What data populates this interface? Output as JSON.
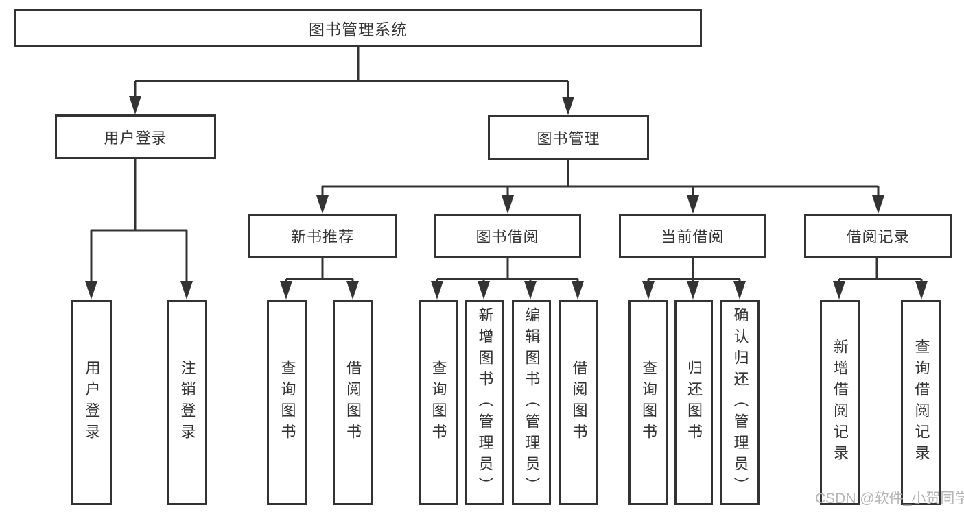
{
  "colors": {
    "line": "#333333",
    "text": "#333333",
    "watermark": "#b5b5b5",
    "background": "#ffffff"
  },
  "watermark": {
    "text": "CSDN @软件_小贺同学"
  },
  "tree": {
    "label": "图书管理系统",
    "children": [
      {
        "label": "用户登录",
        "children": [
          {
            "label": "用户登录"
          },
          {
            "label": "注销登录"
          }
        ]
      },
      {
        "label": "图书管理",
        "children": [
          {
            "label": "新书推荐",
            "children": [
              {
                "label": "查询图书"
              },
              {
                "label": "借阅图书"
              }
            ]
          },
          {
            "label": "图书借阅",
            "children": [
              {
                "label": "查询图书"
              },
              {
                "label": "新增图书（管理员）"
              },
              {
                "label": "编辑图书（管理员）"
              },
              {
                "label": "借阅图书"
              }
            ]
          },
          {
            "label": "当前借阅",
            "children": [
              {
                "label": "查询图书"
              },
              {
                "label": "归还图书"
              },
              {
                "label": "确认归还（管理员）"
              }
            ]
          },
          {
            "label": "借阅记录",
            "children": [
              {
                "label": "新增借阅记录"
              },
              {
                "label": "查询借阅记录"
              }
            ]
          }
        ]
      }
    ]
  }
}
